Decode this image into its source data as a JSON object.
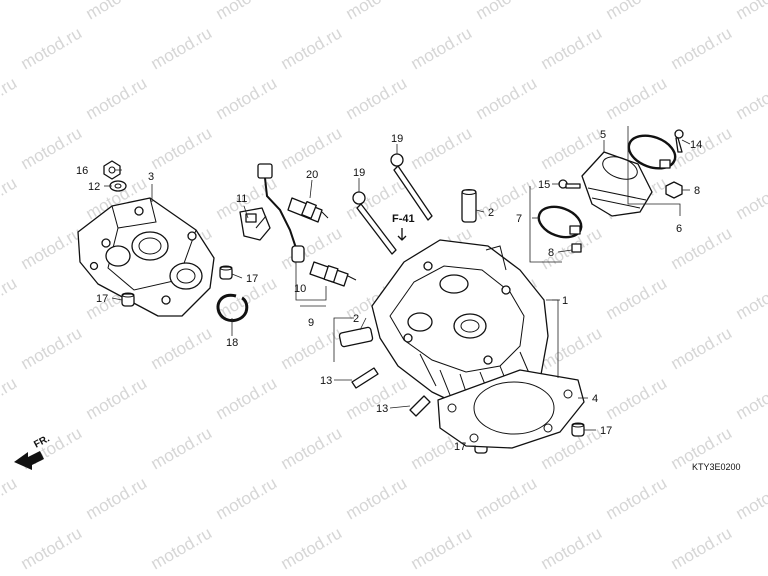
{
  "watermark": {
    "text": "motod.ru",
    "color": "#d6d6d6",
    "rows": 12,
    "cols": 7
  },
  "diagram": {
    "code": "KTY3E0200",
    "reference": "F-41",
    "direction": "FR.",
    "callouts": {
      "c1": "1",
      "c2a": "2",
      "c2b": "2",
      "c3": "3",
      "c4": "4",
      "c5": "5",
      "c6": "6",
      "c7": "7",
      "c8a": "8",
      "c8b": "8",
      "c9": "9",
      "c10": "10",
      "c11": "11",
      "c12": "12",
      "c13a": "13",
      "c13b": "13",
      "c14": "14",
      "c15": "15",
      "c16": "16",
      "c17a": "17",
      "c17b": "17",
      "c17c": "17",
      "c17d": "17",
      "c18": "18",
      "c19a": "19",
      "c19b": "19",
      "c20": "20"
    }
  }
}
